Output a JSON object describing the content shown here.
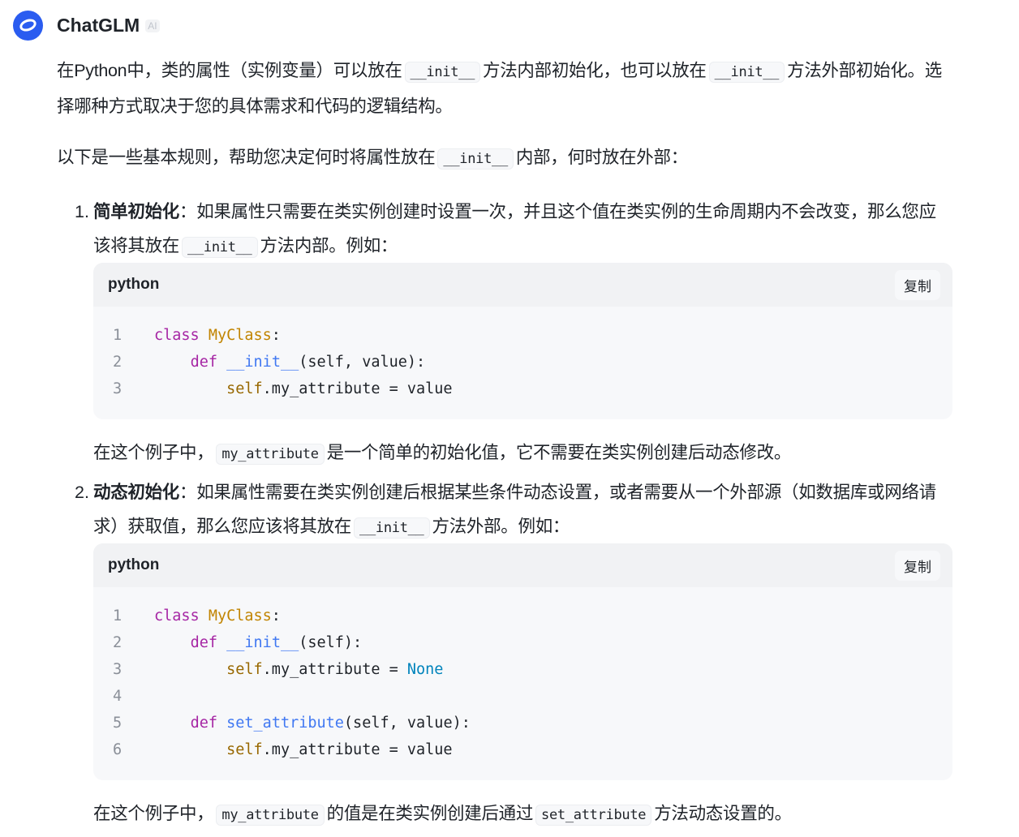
{
  "header": {
    "name": "ChatGLM",
    "badge": "AI"
  },
  "paragraphs": [
    {
      "id": "intro",
      "segs": [
        {
          "t": "在Python中，类的属性（实例变量）可以放在"
        },
        {
          "c": "__init__"
        },
        {
          "t": "方法内部初始化，也可以放在"
        },
        {
          "c": "__init__"
        },
        {
          "t": "方法外部初始化。选择哪种方式取决于您的具体需求和代码的逻辑结构。"
        }
      ]
    },
    {
      "id": "rules",
      "segs": [
        {
          "t": "以下是一些基本规则，帮助您决定何时将属性放在"
        },
        {
          "c": "__init__"
        },
        {
          "t": "内部，何时放在外部："
        }
      ]
    },
    {
      "id": "item1",
      "segs": [
        {
          "b": "简单初始化"
        },
        {
          "t": "：如果属性只需要在类实例创建时设置一次，并且这个值在类实例的生命周期内不会改变，那么您应该将其放在"
        },
        {
          "c": "__init__"
        },
        {
          "t": "方法内部。例如："
        }
      ]
    },
    {
      "id": "after1",
      "segs": [
        {
          "t": "在这个例子中，"
        },
        {
          "c": "my_attribute"
        },
        {
          "t": "是一个简单的初始化值，它不需要在类实例创建后动态修改。"
        }
      ]
    },
    {
      "id": "item2",
      "segs": [
        {
          "b": "动态初始化"
        },
        {
          "t": "：如果属性需要在类实例创建后根据某些条件动态设置，或者需要从一个外部源（如数据库或网络请求）获取值，那么您应该将其放在"
        },
        {
          "c": "__init__"
        },
        {
          "t": "方法外部。例如："
        }
      ]
    },
    {
      "id": "after2",
      "segs": [
        {
          "t": "在这个例子中，"
        },
        {
          "c": "my_attribute"
        },
        {
          "t": "的值是在类实例创建后通过"
        },
        {
          "c": "set_attribute"
        },
        {
          "t": "方法动态设置的。"
        }
      ]
    }
  ],
  "list_numbers": [
    "1.",
    "2."
  ],
  "code_blocks": [
    {
      "lang": "python",
      "copy": "复制",
      "lines": [
        [
          [
            "kw",
            "class "
          ],
          [
            "cls",
            "MyClass"
          ],
          [
            "tx",
            ":"
          ]
        ],
        [
          [
            "tx",
            "    "
          ],
          [
            "kw",
            "def "
          ],
          [
            "fn",
            "__init__"
          ],
          [
            "tx",
            "(self, value):"
          ]
        ],
        [
          [
            "tx",
            "        "
          ],
          [
            "self",
            "self"
          ],
          [
            "tx",
            ".my_attribute = value"
          ]
        ]
      ]
    },
    {
      "lang": "python",
      "copy": "复制",
      "lines": [
        [
          [
            "kw",
            "class "
          ],
          [
            "cls",
            "MyClass"
          ],
          [
            "tx",
            ":"
          ]
        ],
        [
          [
            "tx",
            "    "
          ],
          [
            "kw",
            "def "
          ],
          [
            "fn",
            "__init__"
          ],
          [
            "tx",
            "(self):"
          ]
        ],
        [
          [
            "tx",
            "        "
          ],
          [
            "self",
            "self"
          ],
          [
            "tx",
            ".my_attribute = "
          ],
          [
            "none",
            "None"
          ]
        ],
        [],
        [
          [
            "tx",
            "    "
          ],
          [
            "kw",
            "def "
          ],
          [
            "fn",
            "set_attribute"
          ],
          [
            "tx",
            "(self, value):"
          ]
        ],
        [
          [
            "tx",
            "        "
          ],
          [
            "self",
            "self"
          ],
          [
            "tx",
            ".my_attribute = value"
          ]
        ]
      ]
    }
  ]
}
